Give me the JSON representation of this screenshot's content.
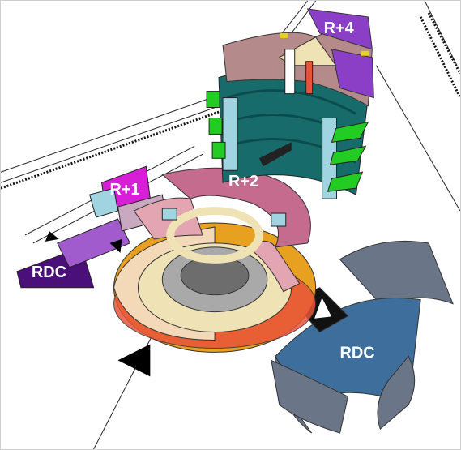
{
  "labels": {
    "floor_r4": "R+4",
    "floor_r2": "R+2",
    "floor_r1": "R+1",
    "ground_left": "RDC",
    "ground_right": "RDC"
  },
  "colors": {
    "r4": "#8a3fc6",
    "r2": "#c56b8d",
    "r1": "#d81fd8",
    "rdc_left": "#4b0f7a",
    "rdc_right": "#3e6e9c",
    "teal_floors": "#176b6b",
    "green_balconies": "#22cc22",
    "orange_ring": "#e8a020",
    "red_ring": "#e8543a",
    "cream_ring": "#efe3b6",
    "grey_plaza": "#6a7587"
  }
}
